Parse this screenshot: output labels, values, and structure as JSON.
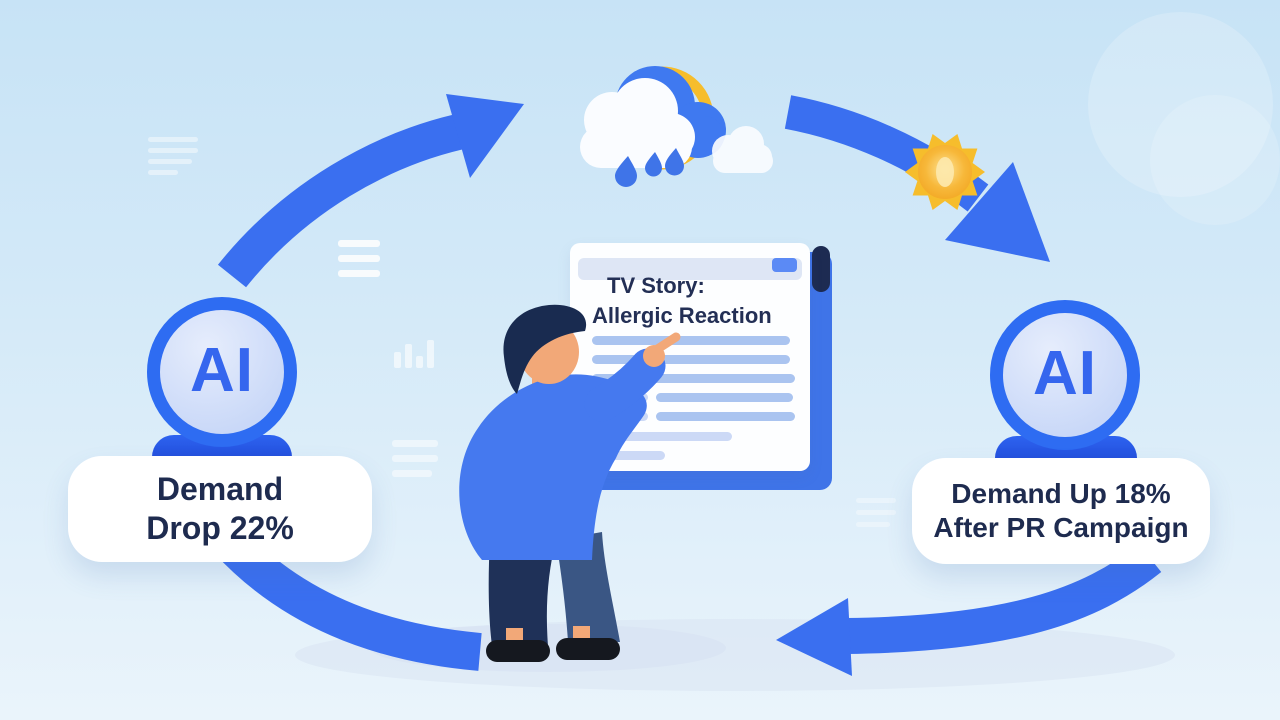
{
  "illustration_title": "AI demand feedback cycle",
  "colors": {
    "bg_top": "#c7e3f6",
    "bg_bottom": "#eaf4fb",
    "arrow": "#3a6ff0",
    "badge_ring": "#2e6cf2",
    "badge_fill": "#c9d8f8",
    "badge_fill_light": "#e6edfc",
    "badge_text": "#3566ee",
    "pedestal_dark": "#1b3dca",
    "pedestal_light": "#2d63f0",
    "card_bg": "#ffffff",
    "card_text": "#1e2b4f",
    "doc_edge": "#3f74e8",
    "doc_bg": "#fdfeff",
    "doc_header": "#dee6f5",
    "doc_button": "#5b8af5",
    "doc_clip": "#1d2b52",
    "doc_title": "#232f55",
    "doc_line": "#aac4f0",
    "doc_line_light": "#ccd9f6",
    "sun_outer": "#f6bd2c",
    "sun_inner": "#f2a41f",
    "sun_center": "#fde9ad",
    "cloud_blue": "#3f79f0",
    "cloud_white": "#fafcff",
    "rain_drop": "#3f74e8",
    "shirt": "#4579ef",
    "skin": "#f2a878",
    "hair": "#192b50",
    "pants_front": "#1f3158",
    "pants_back": "#3a5684",
    "shoe": "#15181f",
    "ground": "#d9e4f3"
  },
  "left_badge": {
    "label": "AI"
  },
  "right_badge": {
    "label": "AI"
  },
  "left_card": {
    "line1": "Demand",
    "line2": "Drop 22%"
  },
  "right_card": {
    "line1": "Demand Up 18%",
    "line2": "After PR Campaign"
  },
  "document": {
    "title_line1": "TV Story:",
    "title_line2": "Allergic Reaction"
  },
  "icons": {
    "weather": [
      "sun-behind-rain-cloud-icon",
      "raindrops-icon",
      "small-cloud-icon",
      "sun-icon"
    ],
    "cycle": [
      "cycle-arrow-top-left",
      "cycle-arrow-top-right",
      "cycle-arrow-bottom-right",
      "cycle-band-bottom-left"
    ]
  }
}
